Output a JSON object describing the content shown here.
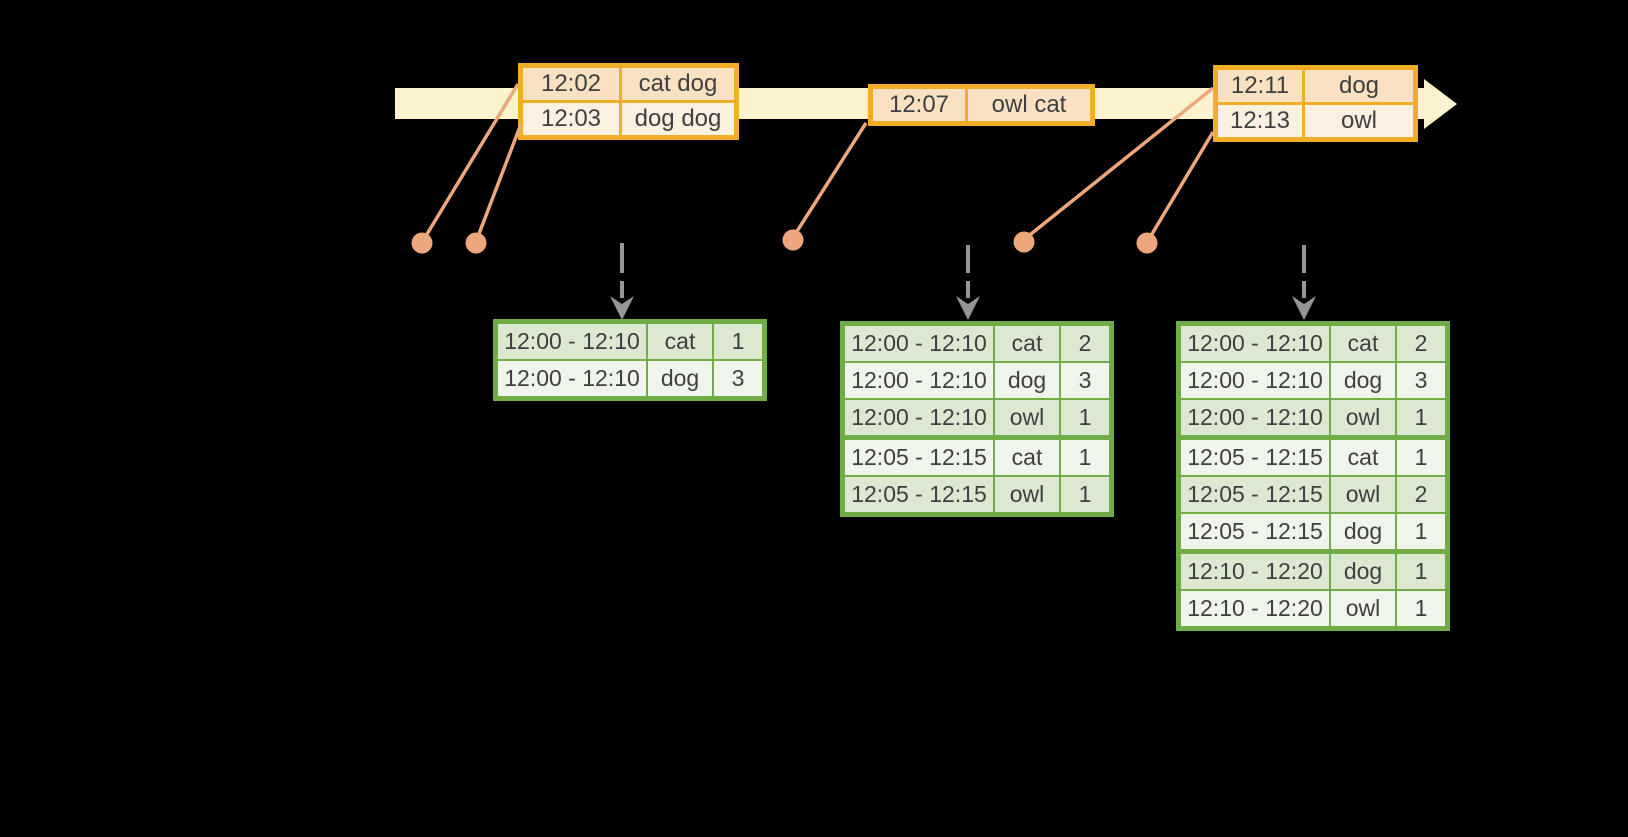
{
  "colors": {
    "background": "#000000",
    "timeline_fill": "#FCF2CD",
    "event_table_border": "#F0AE26",
    "event_row_dark": "#FAE1C3",
    "event_row_light": "#FCF0E1",
    "result_table_border": "#71AD47",
    "result_row_dark": "#DCE8D0",
    "result_row_light": "#F0F5EC",
    "connector_orange": "#EDA77C",
    "trigger_arrow_gray": "#969696",
    "text": "#3F3F3F"
  },
  "event_tables": [
    {
      "rows": [
        {
          "time": "12:02",
          "words": "cat dog"
        },
        {
          "time": "12:03",
          "words": "dog dog"
        }
      ]
    },
    {
      "rows": [
        {
          "time": "12:07",
          "words": "owl cat"
        }
      ]
    },
    {
      "rows": [
        {
          "time": "12:11",
          "words": "dog"
        },
        {
          "time": "12:13",
          "words": "owl"
        }
      ]
    }
  ],
  "result_tables": [
    {
      "rows": [
        {
          "window": "12:00 - 12:10",
          "word": "cat",
          "count": "1"
        },
        {
          "window": "12:00 - 12:10",
          "word": "dog",
          "count": "3"
        }
      ]
    },
    {
      "rows": [
        {
          "window": "12:00 - 12:10",
          "word": "cat",
          "count": "2"
        },
        {
          "window": "12:00 - 12:10",
          "word": "dog",
          "count": "3"
        },
        {
          "window": "12:00 - 12:10",
          "word": "owl",
          "count": "1"
        },
        {
          "window": "12:05 - 12:15",
          "word": "cat",
          "count": "1"
        },
        {
          "window": "12:05 - 12:15",
          "word": "owl",
          "count": "1"
        }
      ]
    },
    {
      "rows": [
        {
          "window": "12:00 - 12:10",
          "word": "cat",
          "count": "2"
        },
        {
          "window": "12:00 - 12:10",
          "word": "dog",
          "count": "3"
        },
        {
          "window": "12:00 - 12:10",
          "word": "owl",
          "count": "1"
        },
        {
          "window": "12:05 - 12:15",
          "word": "cat",
          "count": "1"
        },
        {
          "window": "12:05 - 12:15",
          "word": "owl",
          "count": "2"
        },
        {
          "window": "12:05 - 12:15",
          "word": "dog",
          "count": "1"
        },
        {
          "window": "12:10 - 12:20",
          "word": "dog",
          "count": "1"
        },
        {
          "window": "12:10 - 12:20",
          "word": "owl",
          "count": "1"
        }
      ]
    }
  ]
}
